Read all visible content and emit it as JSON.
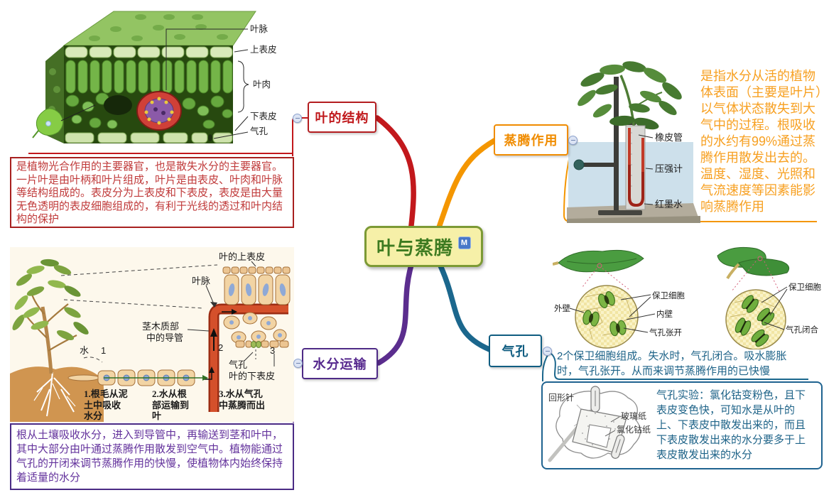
{
  "center": {
    "title": "叶与蒸腾",
    "badge": "M"
  },
  "branches": {
    "leaf_structure": {
      "label": "叶的结构",
      "diagram_labels": {
        "vein": "叶脉",
        "upper_epidermis": "上表皮",
        "mesophyll": "叶肉",
        "lower_epidermis": "下表皮",
        "stoma": "气孔"
      },
      "note": "是植物光合作用的主要器官，也是散失水分的主要器官。一片叶是由叶柄和叶片组成，叶片是由表皮、叶肉和叶脉等结构组成的。表皮分为上表皮和下表皮，表皮是由大量无色透明的表皮细胞组成的，有利于光线的透过和叶内结构的保护"
    },
    "transpiration": {
      "label": "蒸腾作用",
      "diagram_labels": {
        "rubber_tube": "橡皮管",
        "manometer": "压强计",
        "red_ink": "红墨水"
      },
      "note": "是指水分从活的植物体表面（主要是叶片）以气体状态散失到大气中的过程。根吸收的水约有99%通过蒸腾作用散发出去的。温度、湿度、光照和气流速度等因素能影响蒸腾作用"
    },
    "water_transport": {
      "label": "水分运输",
      "diagram_labels": {
        "leaf_upper_epidermis": "叶的上表皮",
        "leaf_vein": "叶脉",
        "xylem_line1": "茎木质部",
        "xylem_line2": "中的导管",
        "water": "水",
        "num1": "1",
        "num2": "2",
        "num3": "3",
        "stoma": "气孔",
        "leaf_lower_epidermis": "叶的下表皮",
        "step1": "1.根毛从泥土中吸收水分",
        "step2": "2.水从根部运输到叶",
        "step3": "3.水从气孔中蒸腾而出"
      },
      "note": "根从土壤吸收水分，进入到导管中，再输送到茎和叶中，其中大部分由叶通过蒸腾作用散发到空气中。植物能通过气孔的开闭来调节蒸腾作用的快慢，使植物体内始终保持着适量的水分"
    },
    "stomata": {
      "label": "气孔",
      "open_diagram_labels": {
        "outer_wall": "外壁",
        "guard_cells": "保卫细胞",
        "inner_wall": "内壁",
        "state": "气孔张开"
      },
      "closed_diagram_labels": {
        "guard_cells": "保卫细胞",
        "state": "气孔闭合"
      },
      "note": "2个保卫细胞组成。失水时，气孔闭合。吸水膨胀时，气孔张开。从而来调节蒸腾作用的已快慢",
      "experiment": {
        "diagram_labels": {
          "paper_clip": "回形针",
          "cellophane": "玻璃纸",
          "cobalt_paper": "氯化钴纸"
        },
        "note": "气孔实验：氯化钴变粉色，且下表皮变色快，可知水是从叶的上、下表皮中散发出来的，而且下表皮散发出来的水分要多于上表皮散发出来的水分"
      }
    }
  },
  "colors": {
    "center_fill": "#f6f0a8",
    "center_border": "#7c9a35",
    "center_text": "#3e7b21",
    "badge_fill": "#4877c8",
    "red": "#c2181c",
    "orange": "#f49600",
    "purple": "#5b2d8e",
    "blue": "#1b678d"
  }
}
